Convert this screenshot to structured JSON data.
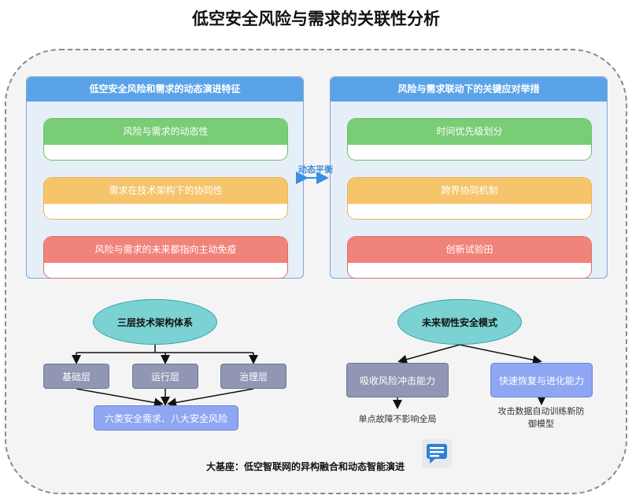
{
  "title": "低空安全风险与需求的关联性分析",
  "left_panel": {
    "header": "低空安全风险和需求的动态演进特征",
    "cards": [
      "风险与需求的动态性",
      "需求在技术架构下的协同性",
      "风险与需求的未来都指向主动免疫"
    ]
  },
  "right_panel": {
    "header": "风险与需求联动下的关键应对举措",
    "cards": [
      "时间优先级划分",
      "跨界协同机制",
      "创新试验田"
    ]
  },
  "balance_label": "动态平衡",
  "left_tree": {
    "root": "三层技术架构体系",
    "layers": [
      "基础层",
      "运行层",
      "治理层"
    ],
    "result": "六类安全需求、八大安全风险"
  },
  "right_tree": {
    "root": "未来韧性安全模式",
    "left_box": "吸收风险冲击能力",
    "left_note": "单点故障不影响全局",
    "right_box": "快速恢复与进化能力",
    "right_note_1": "攻击数据自动训练新防",
    "right_note_2": "御模型"
  },
  "foundation": "大基座：低空智联网的异构融合和动态智能演进",
  "icons": {
    "chat": "chat-bubble-icon"
  },
  "colors": {
    "header_blue": "#5aa3e8",
    "green": "#79cd74",
    "yellow": "#f6c46b",
    "red": "#f0837a",
    "teal": "#7ad3d2",
    "slate": "#9096b4",
    "periwinkle": "#8fa6f2"
  }
}
